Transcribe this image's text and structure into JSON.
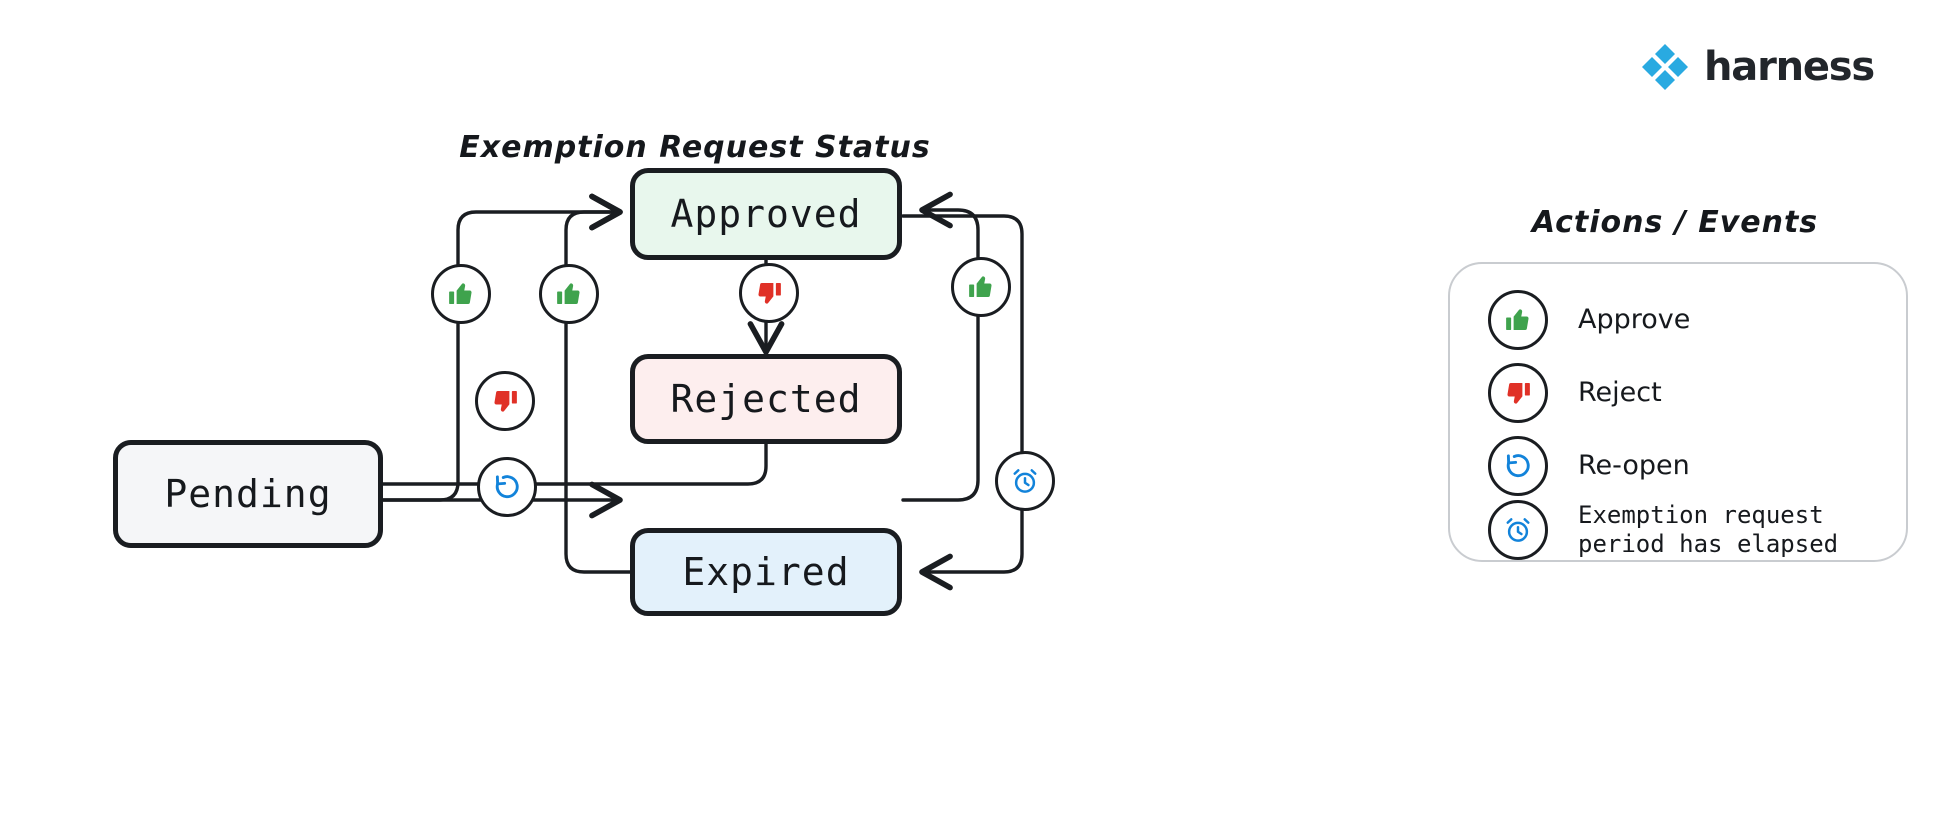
{
  "brand": {
    "name": "harness",
    "logo_icon": "harness-diamond-logo",
    "color": "#29AAE1"
  },
  "diagram": {
    "title": "Exemption Request Status",
    "nodes": [
      {
        "id": "pending",
        "label": "Pending",
        "fill": "#f5f6f8"
      },
      {
        "id": "approved",
        "label": "Approved",
        "fill": "#e8f7ed"
      },
      {
        "id": "rejected",
        "label": "Rejected",
        "fill": "#fdeeee"
      },
      {
        "id": "expired",
        "label": "Expired",
        "fill": "#e3f1fb"
      }
    ],
    "transitions": [
      {
        "from": "pending",
        "to": "approved",
        "action": "approve",
        "icon": "thumbs-up-icon"
      },
      {
        "from": "pending",
        "to": "rejected",
        "action": "reject",
        "icon": "thumbs-down-icon"
      },
      {
        "from": "approved",
        "to": "rejected",
        "action": "reject",
        "icon": "thumbs-down-icon"
      },
      {
        "from": "rejected",
        "to": "approved",
        "action": "approve",
        "icon": "thumbs-up-icon"
      },
      {
        "from": "expired",
        "to": "approved",
        "action": "approve",
        "icon": "thumbs-up-icon"
      },
      {
        "from": "approved",
        "to": "expired",
        "action": "period-elapsed",
        "icon": "alarm-clock-icon"
      },
      {
        "from": "rejected",
        "to": "pending",
        "action": "re-open",
        "icon": "reopen-icon"
      }
    ]
  },
  "legend": {
    "title": "Actions / Events",
    "items": [
      {
        "icon": "thumbs-up-icon",
        "label": "Approve",
        "color": "#3fa34d"
      },
      {
        "icon": "thumbs-down-icon",
        "label": "Reject",
        "color": "#e03127"
      },
      {
        "icon": "reopen-icon",
        "label": "Re-open",
        "color": "#1283da"
      },
      {
        "icon": "alarm-clock-icon",
        "label": "Exemption request\nperiod has elapsed",
        "color": "#1283da"
      }
    ]
  },
  "colors": {
    "stroke": "#1a1d21",
    "approve_green": "#3fa34d",
    "reject_red": "#e03127",
    "event_blue": "#1283da",
    "panel_border": "#c9ccd0"
  }
}
